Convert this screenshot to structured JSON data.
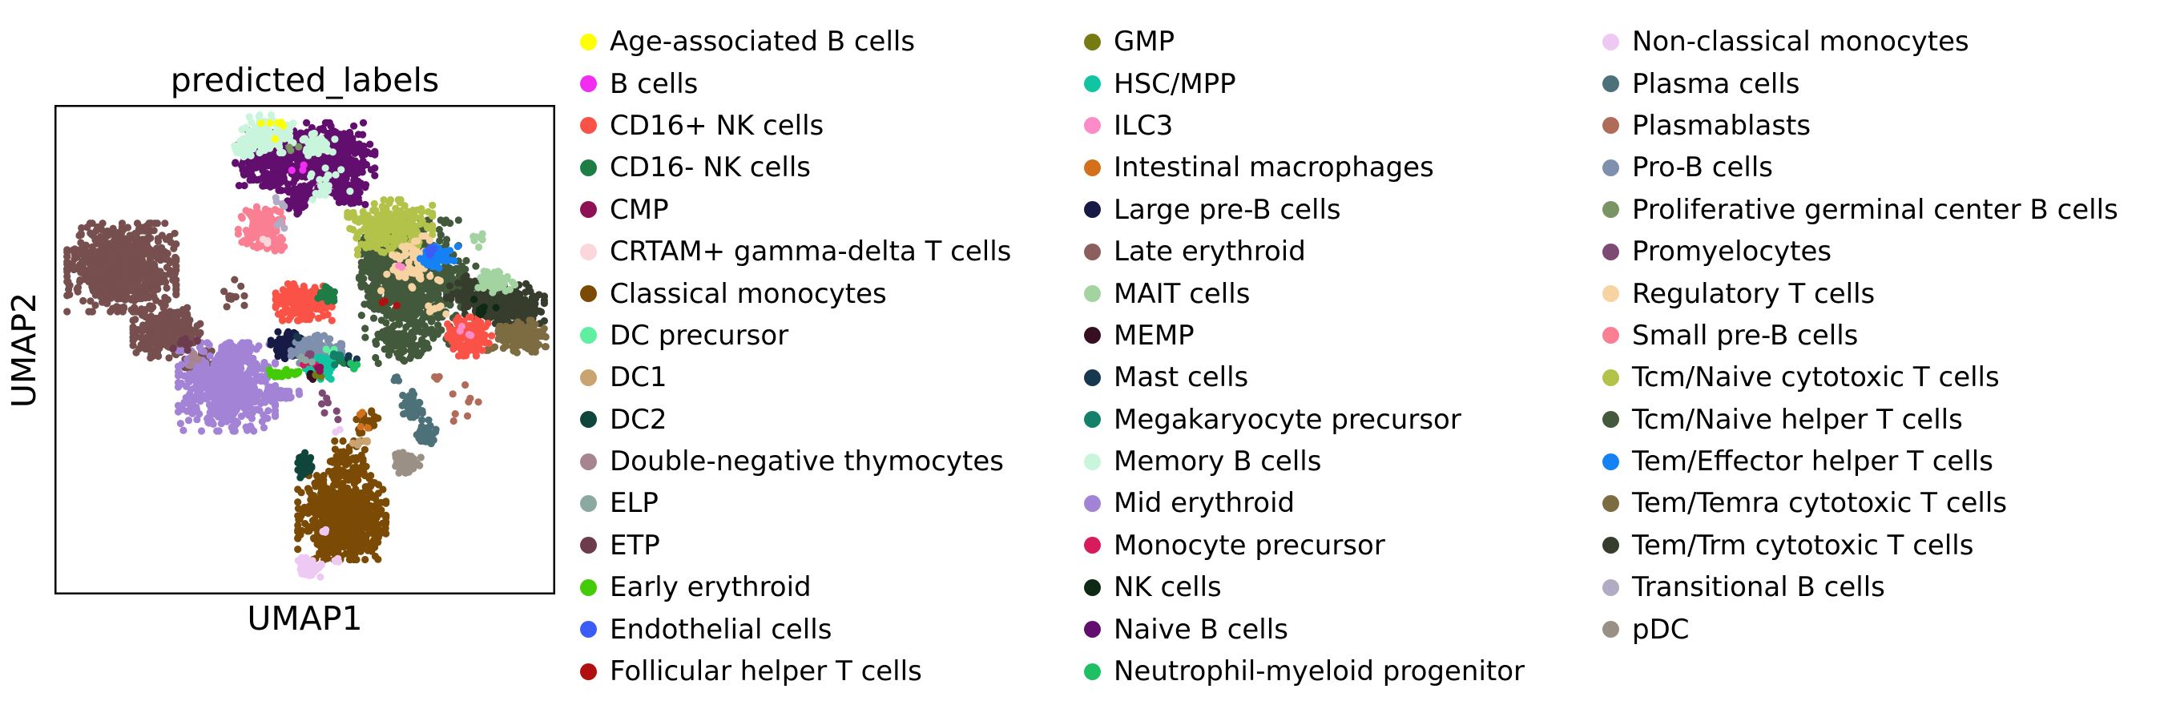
{
  "figure": {
    "title": "predicted_labels",
    "xlabel": "UMAP1",
    "ylabel": "UMAP2"
  },
  "chart_data": {
    "type": "scatter",
    "title": "predicted_labels",
    "xlabel": "UMAP1",
    "ylabel": "UMAP2",
    "axes": {
      "ticks": false,
      "tick_labels": false,
      "grid": false,
      "frame": true
    },
    "coordinate_system": "fractions of the plot box; x 0=left..1=right, y 0=top..1=bottom",
    "legend_columns": [
      [
        {
          "label": "Age-associated B cells",
          "color": "#ffff00"
        },
        {
          "label": "B cells",
          "color": "#f02df0"
        },
        {
          "label": "CD16+ NK cells",
          "color": "#fa5246"
        },
        {
          "label": "CD16- NK cells",
          "color": "#1e7d45"
        },
        {
          "label": "CMP",
          "color": "#8f1155"
        },
        {
          "label": "CRTAM+ gamma-delta T cells",
          "color": "#fbd7dc"
        },
        {
          "label": "Classical monocytes",
          "color": "#7b4a04"
        },
        {
          "label": "DC precursor",
          "color": "#5ef0a0"
        },
        {
          "label": "DC1",
          "color": "#c9a370"
        },
        {
          "label": "DC2",
          "color": "#10453c"
        },
        {
          "label": "Double-negative thymocytes",
          "color": "#a6858f"
        },
        {
          "label": "ELP",
          "color": "#8ba8a1"
        },
        {
          "label": "ETP",
          "color": "#6d3b4c"
        },
        {
          "label": "Early erythroid",
          "color": "#44cb07"
        },
        {
          "label": "Endothelial cells",
          "color": "#3c5cfa"
        },
        {
          "label": "Follicular helper T cells",
          "color": "#b11010"
        }
      ],
      [
        {
          "label": "GMP",
          "color": "#767a12"
        },
        {
          "label": "HSC/MPP",
          "color": "#12c5a2"
        },
        {
          "label": "ILC3",
          "color": "#fc8bc8"
        },
        {
          "label": "Intestinal macrophages",
          "color": "#d3701c"
        },
        {
          "label": "Large pre-B cells",
          "color": "#161a45"
        },
        {
          "label": "Late erythroid",
          "color": "#8a5f5e"
        },
        {
          "label": "MAIT cells",
          "color": "#a3d3a0"
        },
        {
          "label": "MEMP",
          "color": "#380f22"
        },
        {
          "label": "Mast cells",
          "color": "#17384f"
        },
        {
          "label": "Megakaryocyte precursor",
          "color": "#12806a"
        },
        {
          "label": "Memory B cells",
          "color": "#c8f5dc"
        },
        {
          "label": "Mid erythroid",
          "color": "#a283d5"
        },
        {
          "label": "Monocyte precursor",
          "color": "#d81b5d"
        },
        {
          "label": "NK cells",
          "color": "#0e2a16"
        },
        {
          "label": "Naive B cells",
          "color": "#620e6e"
        },
        {
          "label": "Neutrophil-myeloid progenitor",
          "color": "#1fbf64"
        }
      ],
      [
        {
          "label": "Non-classical monocytes",
          "color": "#edc9f4"
        },
        {
          "label": "Plasma cells",
          "color": "#4c7178"
        },
        {
          "label": "Plasmablasts",
          "color": "#b06b59"
        },
        {
          "label": "Pro-B cells",
          "color": "#7e90ad"
        },
        {
          "label": "Proliferative germinal center B cells",
          "color": "#7b9463"
        },
        {
          "label": "Promyelocytes",
          "color": "#7d4a74"
        },
        {
          "label": "Regulatory T cells",
          "color": "#f7d3a1"
        },
        {
          "label": "Small pre-B cells",
          "color": "#fa7f92"
        },
        {
          "label": "Tcm/Naive cytotoxic T cells",
          "color": "#b3c248"
        },
        {
          "label": "Tcm/Naive helper T cells",
          "color": "#42593b"
        },
        {
          "label": "Tem/Effector helper T cells",
          "color": "#1482f5"
        },
        {
          "label": "Tem/Temra cytotoxic T cells",
          "color": "#7d6b42"
        },
        {
          "label": "Tem/Trm cytotoxic T cells",
          "color": "#363d2c"
        },
        {
          "label": "Transitional B cells",
          "color": "#b2abc4"
        },
        {
          "label": "pDC",
          "color": "#9b9086"
        }
      ]
    ],
    "clusters": [
      {
        "label": "Late erythroid",
        "color": "#764f4e",
        "blobs": [
          [
            0.134,
            0.332,
            0.099,
            0.082,
            800
          ],
          [
            0.224,
            0.463,
            0.061,
            0.049,
            300
          ],
          [
            0.294,
            0.525,
            0.04,
            0.025,
            25
          ],
          [
            0.355,
            0.383,
            0.022,
            0.03,
            12
          ]
        ]
      },
      {
        "label": "Mid erythroid",
        "color": "#a283d5",
        "blobs": [
          [
            0.344,
            0.576,
            0.088,
            0.082,
            620
          ],
          [
            0.445,
            0.589,
            0.04,
            0.014,
            50
          ],
          [
            0.374,
            0.507,
            0.032,
            0.02,
            35
          ]
        ]
      },
      {
        "label": "Naive B cells",
        "color": "#620e6e",
        "blobs": [
          [
            0.435,
            0.113,
            0.067,
            0.056,
            330
          ],
          [
            0.555,
            0.108,
            0.077,
            0.065,
            380
          ],
          [
            0.486,
            0.183,
            0.026,
            0.036,
            60
          ],
          [
            0.582,
            0.175,
            0.035,
            0.026,
            80
          ]
        ]
      },
      {
        "label": "Memory B cells",
        "color": "#c8f5dc",
        "blobs": [
          [
            0.424,
            0.059,
            0.048,
            0.035,
            150
          ],
          [
            0.378,
            0.09,
            0.022,
            0.02,
            45
          ],
          [
            0.528,
            0.082,
            0.029,
            0.023,
            55
          ],
          [
            0.544,
            0.159,
            0.042,
            0.033,
            22
          ]
        ]
      },
      {
        "label": "Tcm/Naive helper T cells",
        "color": "#42593b",
        "blobs": [
          [
            0.71,
            0.362,
            0.088,
            0.115,
            700
          ],
          [
            0.646,
            0.329,
            0.034,
            0.065,
            130
          ],
          [
            0.694,
            0.486,
            0.048,
            0.038,
            70
          ],
          [
            0.803,
            0.358,
            0.035,
            0.05,
            60
          ]
        ]
      },
      {
        "label": "Tcm/Naive cytotoxic T cells",
        "color": "#b3c248",
        "blobs": [
          [
            0.67,
            0.25,
            0.077,
            0.051,
            260
          ]
        ]
      },
      {
        "label": "Classical monocytes",
        "color": "#7b4a04",
        "blobs": [
          [
            0.574,
            0.843,
            0.08,
            0.078,
            650
          ],
          [
            0.584,
            0.736,
            0.035,
            0.045,
            80
          ],
          [
            0.621,
            0.648,
            0.024,
            0.028,
            22
          ]
        ]
      },
      {
        "label": "Tem/Trm cytotoxic T cells",
        "color": "#363d2c",
        "blobs": [
          [
            0.899,
            0.406,
            0.072,
            0.037,
            270
          ],
          [
            0.827,
            0.38,
            0.04,
            0.033,
            55
          ]
        ]
      },
      {
        "label": "Tem/Temra cytotoxic T cells",
        "color": "#7d6b42",
        "blobs": [
          [
            0.934,
            0.473,
            0.043,
            0.03,
            150
          ],
          [
            0.864,
            0.496,
            0.018,
            0.012,
            5
          ]
        ]
      },
      {
        "label": "CD16+ NK cells",
        "color": "#fa5246",
        "blobs": [
          [
            0.498,
            0.403,
            0.051,
            0.034,
            250
          ],
          [
            0.829,
            0.473,
            0.04,
            0.036,
            130
          ]
        ]
      },
      {
        "label": "CD16- NK cells",
        "color": "#1e7d45",
        "blobs": [
          [
            0.546,
            0.385,
            0.018,
            0.015,
            40
          ],
          [
            0.576,
            0.525,
            0.014,
            0.01,
            5
          ]
        ]
      },
      {
        "label": "NK cells",
        "color": "#0e2a16",
        "blobs": [
          [
            0.851,
            0.424,
            0.03,
            0.025,
            8
          ]
        ]
      },
      {
        "label": "Regulatory T cells",
        "color": "#f7d3a1",
        "blobs": [
          [
            0.718,
            0.326,
            0.06,
            0.058,
            70
          ],
          [
            0.76,
            0.42,
            0.02,
            0.016,
            8
          ]
        ]
      },
      {
        "label": "Tem/Effector helper T cells",
        "color": "#1482f5",
        "blobs": [
          [
            0.768,
            0.311,
            0.036,
            0.02,
            48
          ]
        ]
      },
      {
        "label": "Endothelial cells",
        "color": "#3c5cfa",
        "blobs": [
          [
            0.749,
            0.298,
            0.02,
            0.013,
            7
          ]
        ]
      },
      {
        "label": "MAIT cells",
        "color": "#a3d3a0",
        "blobs": [
          [
            0.882,
            0.362,
            0.034,
            0.02,
            70
          ],
          [
            0.834,
            0.281,
            0.024,
            0.016,
            7
          ]
        ]
      },
      {
        "label": "ILC3",
        "color": "#fc8bc8",
        "blobs": [
          [
            0.816,
            0.462,
            0.02,
            0.016,
            4
          ],
          [
            0.694,
            0.329,
            0.008,
            0.006,
            2
          ]
        ]
      },
      {
        "label": "Follicular helper T cells",
        "color": "#b11010",
        "blobs": [
          [
            0.674,
            0.414,
            0.024,
            0.016,
            3
          ]
        ]
      },
      {
        "label": "Small pre-B cells",
        "color": "#fa7f92",
        "blobs": [
          [
            0.411,
            0.25,
            0.04,
            0.038,
            150
          ],
          [
            0.442,
            0.288,
            0.016,
            0.012,
            15
          ]
        ]
      },
      {
        "label": "CRTAM+ gamma-delta T cells",
        "color": "#fbd7dc",
        "blobs": [
          [
            0.422,
            0.277,
            0.012,
            0.01,
            3
          ]
        ]
      },
      {
        "label": "Transitional B cells",
        "color": "#b2abc4",
        "blobs": [
          [
            0.446,
            0.224,
            0.026,
            0.04,
            7
          ]
        ]
      },
      {
        "label": "Age-associated B cells",
        "color": "#ffff00",
        "blobs": [
          [
            0.451,
            0.052,
            0.045,
            0.028,
            6
          ]
        ]
      },
      {
        "label": "B cells",
        "color": "#f02df0",
        "blobs": [
          [
            0.485,
            0.134,
            0.025,
            0.012,
            3
          ]
        ]
      },
      {
        "label": "Proliferative germinal center B cells",
        "color": "#7b9463",
        "blobs": [
          [
            0.47,
            0.09,
            0.016,
            0.01,
            3
          ]
        ]
      },
      {
        "label": "Large pre-B cells",
        "color": "#161a45",
        "blobs": [
          [
            0.462,
            0.491,
            0.03,
            0.025,
            85
          ]
        ]
      },
      {
        "label": "Pro-B cells",
        "color": "#7e90ad",
        "blobs": [
          [
            0.523,
            0.499,
            0.046,
            0.026,
            110
          ]
        ]
      },
      {
        "label": "HSC/MPP",
        "color": "#12c5a2",
        "blobs": [
          [
            0.53,
            0.538,
            0.026,
            0.02,
            110
          ]
        ]
      },
      {
        "label": "Early erythroid",
        "color": "#44cb07",
        "blobs": [
          [
            0.47,
            0.548,
            0.037,
            0.007,
            28
          ]
        ]
      },
      {
        "label": "ETP",
        "color": "#6d3b4c",
        "blobs": [
          [
            0.261,
            0.489,
            0.022,
            0.016,
            10
          ]
        ]
      },
      {
        "label": "Double-negative thymocytes",
        "color": "#a6858f",
        "blobs": [
          [
            0.286,
            0.52,
            0.02,
            0.014,
            7
          ]
        ]
      },
      {
        "label": "Intestinal macrophages",
        "color": "#d3701c",
        "blobs": [
          [
            0.616,
            0.643,
            0.018,
            0.018,
            4
          ]
        ]
      },
      {
        "label": "Non-classical monocytes",
        "color": "#edc9f4",
        "blobs": [
          [
            0.51,
            0.946,
            0.021,
            0.019,
            65
          ],
          [
            0.558,
            0.931,
            0.01,
            0.008,
            4
          ],
          [
            0.539,
            0.869,
            0.008,
            0.006,
            3
          ],
          [
            0.57,
            0.664,
            0.008,
            0.006,
            2
          ]
        ]
      },
      {
        "label": "pDC",
        "color": "#9b9086",
        "blobs": [
          [
            0.702,
            0.731,
            0.027,
            0.019,
            90
          ]
        ]
      },
      {
        "label": "Plasma cells",
        "color": "#4c7178",
        "blobs": [
          [
            0.714,
            0.614,
            0.019,
            0.029,
            50
          ],
          [
            0.742,
            0.671,
            0.021,
            0.025,
            50
          ],
          [
            0.686,
            0.56,
            0.01,
            0.01,
            6
          ]
        ]
      },
      {
        "label": "DC2",
        "color": "#10453c",
        "blobs": [
          [
            0.498,
            0.736,
            0.014,
            0.023,
            50
          ]
        ]
      },
      {
        "label": "DC1",
        "color": "#c9a370",
        "blobs": [
          [
            0.611,
            0.687,
            0.022,
            0.016,
            7
          ]
        ]
      },
      {
        "label": "DC precursor",
        "color": "#5ef0a0",
        "blobs": [
          [
            0.55,
            0.507,
            0.014,
            0.01,
            4
          ]
        ]
      },
      {
        "label": "Megakaryocyte precursor",
        "color": "#12806a",
        "blobs": [
          [
            0.558,
            0.517,
            0.016,
            0.013,
            6
          ]
        ]
      },
      {
        "label": "Mast cells",
        "color": "#17384f",
        "blobs": [
          [
            0.592,
            0.522,
            0.022,
            0.016,
            6
          ],
          [
            0.485,
            0.471,
            0.01,
            0.008,
            2
          ]
        ]
      },
      {
        "label": "MEMP",
        "color": "#380f22",
        "blobs": [
          [
            0.517,
            0.555,
            0.016,
            0.01,
            4
          ]
        ]
      },
      {
        "label": "Monocyte precursor",
        "color": "#d81b5d",
        "blobs": [
          [
            0.512,
            0.53,
            0.019,
            0.013,
            5
          ]
        ]
      },
      {
        "label": "Promyelocytes",
        "color": "#7d4a74",
        "blobs": [
          [
            0.544,
            0.614,
            0.022,
            0.026,
            7
          ],
          [
            0.515,
            0.512,
            0.012,
            0.008,
            3
          ]
        ]
      },
      {
        "label": "Plasmablasts",
        "color": "#b06b59",
        "blobs": [
          [
            0.808,
            0.612,
            0.04,
            0.04,
            8
          ],
          [
            0.765,
            0.555,
            0.016,
            0.012,
            3
          ]
        ]
      },
      {
        "label": "GMP",
        "color": "#767a12",
        "blobs": [
          [
            0.533,
            0.552,
            0.013,
            0.01,
            3
          ]
        ]
      },
      {
        "label": "CMP",
        "color": "#8f1155",
        "blobs": [
          [
            0.525,
            0.543,
            0.013,
            0.01,
            3
          ]
        ]
      },
      {
        "label": "Neutrophil-myeloid progenitor",
        "color": "#1fbf64",
        "blobs": [
          [
            0.597,
            0.532,
            0.016,
            0.013,
            4
          ]
        ]
      },
      {
        "label": "ELP",
        "color": "#8ba8a1",
        "blobs": [
          [
            0.506,
            0.52,
            0.016,
            0.01,
            4
          ]
        ]
      }
    ]
  }
}
